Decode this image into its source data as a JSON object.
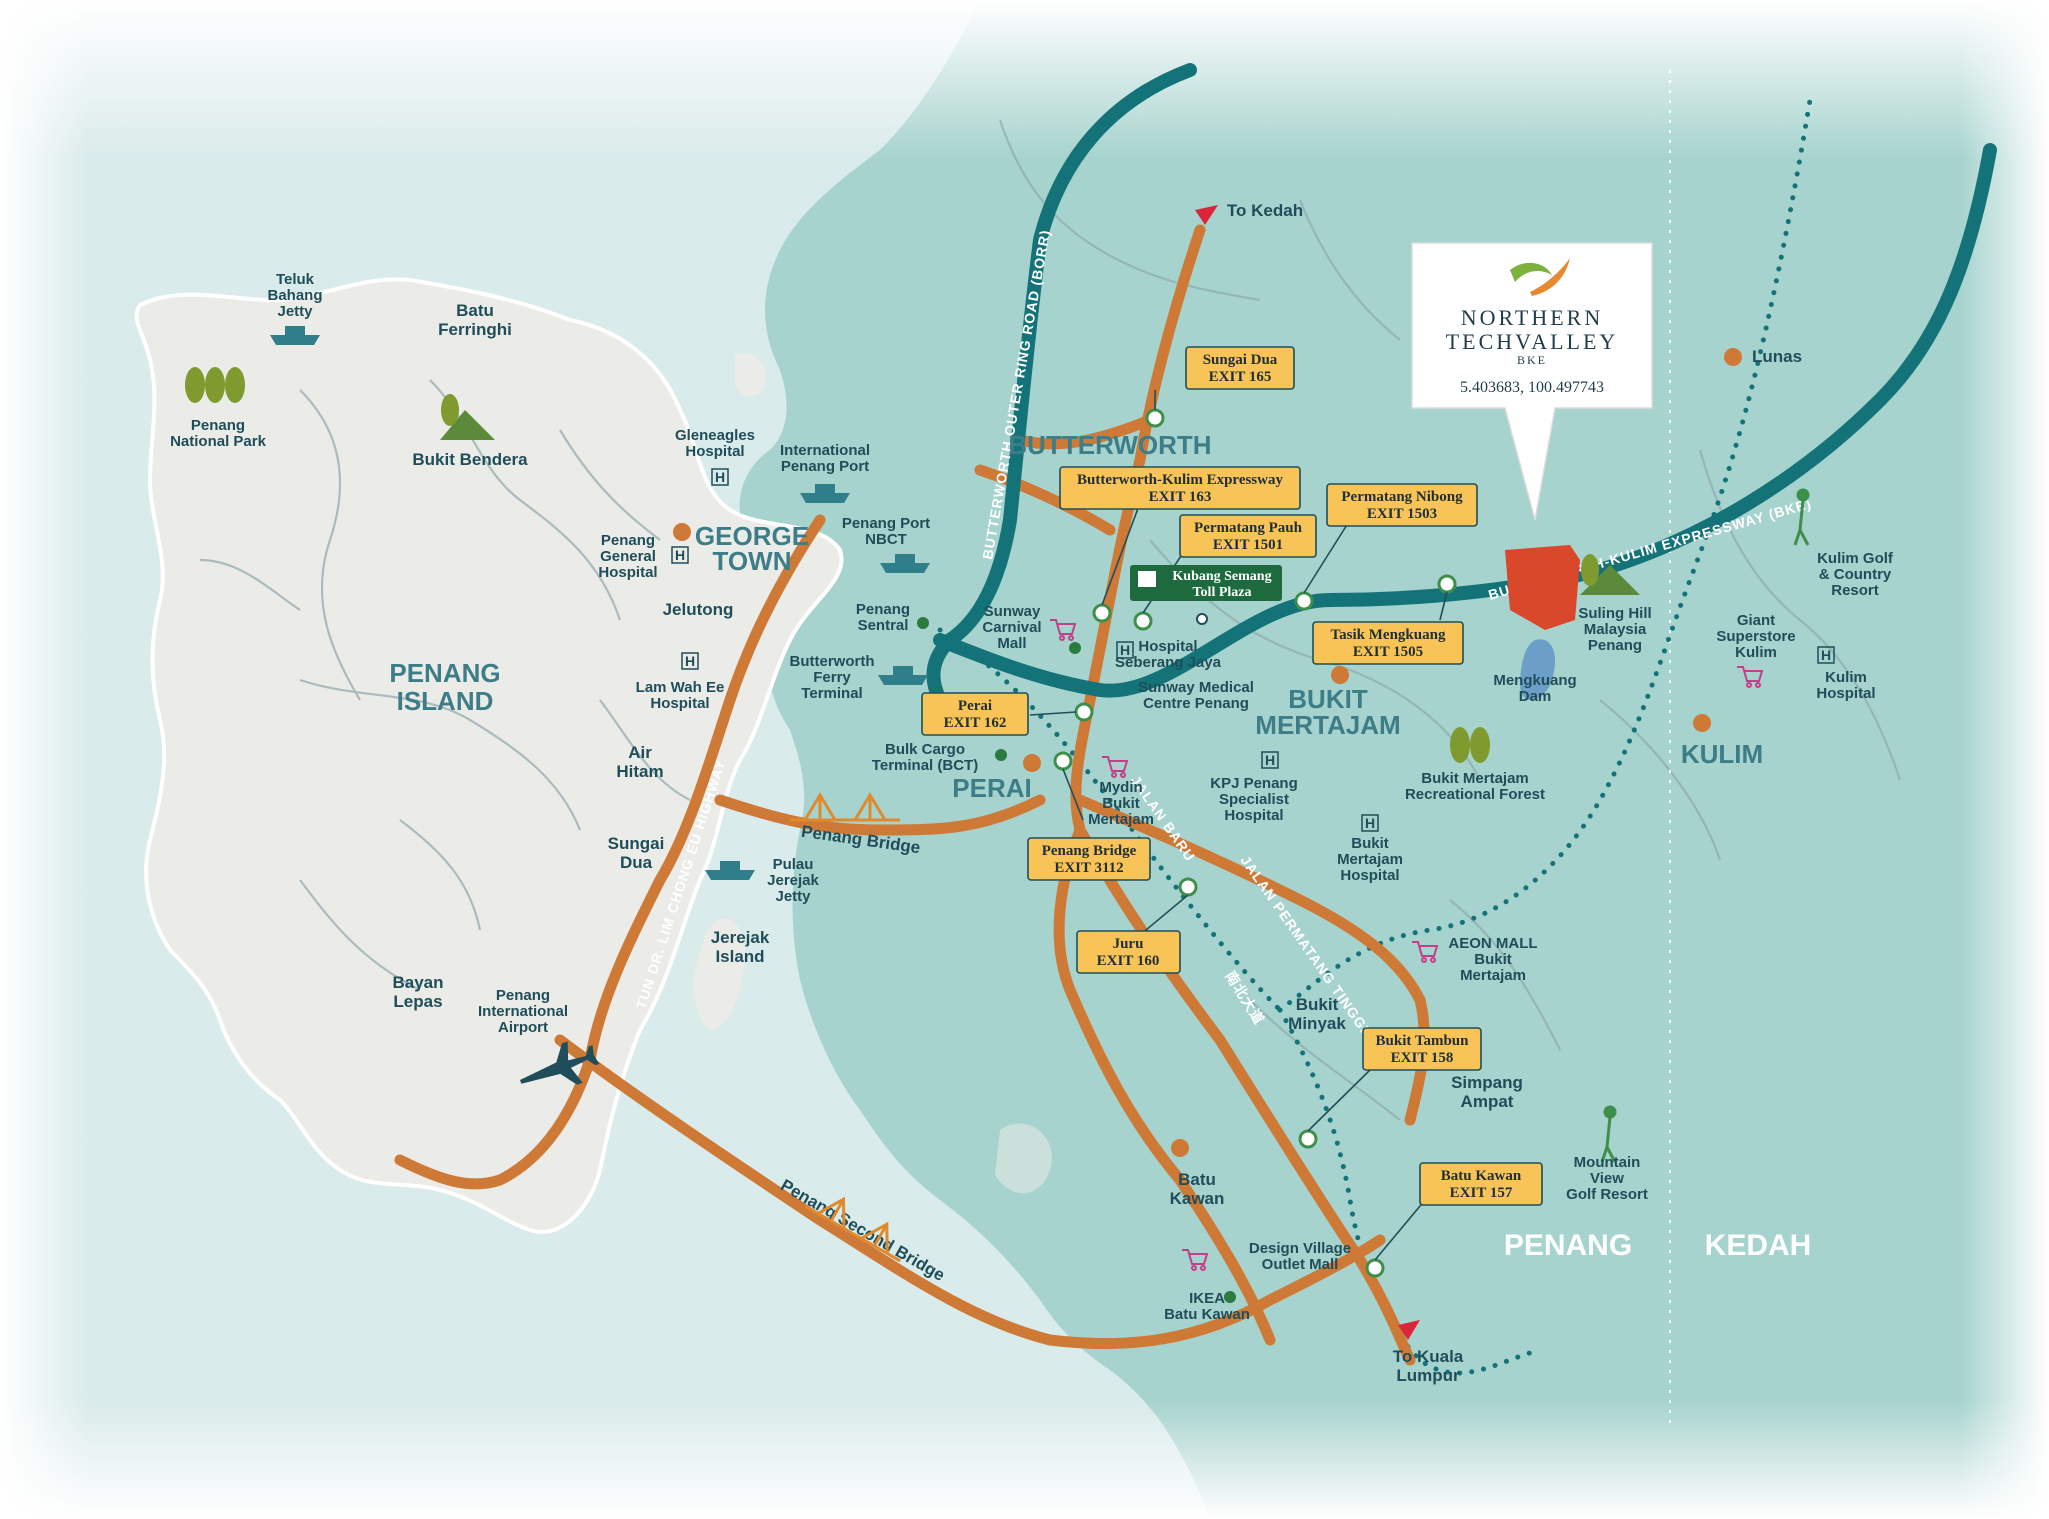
{
  "colors": {
    "sea": "#d9ebea",
    "mainland": "#a6d3cd",
    "island": "#ebebe7",
    "highway_orange": "#cf7937",
    "expressway_teal": "#137378",
    "label": "#1f4e5a",
    "exit_box": "#f8c457",
    "site_red": "#d9482b"
  },
  "regions": {
    "penang_island": "PENANG\nISLAND",
    "george_town": "GEORGE\nTOWN",
    "butterworth": "BUTTERWORTH",
    "perai": "PERAI",
    "bukit_mertajam": "BUKIT\nMERTAJAM",
    "kulim": "KULIM",
    "penang": "PENANG",
    "kedah": "KEDAH"
  },
  "places": {
    "teluk_bahang": "Teluk\nBahang\nJetty",
    "batu_ferringhi": "Batu\nFerringhi",
    "national_park": "Penang\nNational Park",
    "bukit_bendera": "Bukit Bendera",
    "gleneagles": "Gleneagles\nHospital",
    "intl_port": "International\nPenang Port",
    "general_hospital": "Penang\nGeneral\nHospital",
    "port_nbct": "Penang Port\nNBCT",
    "jelutong": "Jelutong",
    "penang_sentral": "Penang\nSentral",
    "lam_wah_ee": "Lam Wah Ee\nHospital",
    "butterworth_ferry": "Butterworth\nFerry\nTerminal",
    "air_hitam": "Air\nHitam",
    "bulk_cargo": "Bulk Cargo\nTerminal (BCT)",
    "sungai_dua": "Sungai\nDua",
    "pulau_jerejak_jetty": "Pulau\nJerejak\nJetty",
    "jerejak_island": "Jerejak\nIsland",
    "bayan_lepas": "Bayan\nLepas",
    "intl_airport": "Penang\nInternational\nAirport",
    "sunway_carnival": "Sunway\nCarnival\nMall",
    "hospital_seberang_jaya": "Hospital\nSeberang Jaya",
    "sunway_medical": "Sunway Medical\nCentre Penang",
    "mydin": "Mydin\nBukit\nMertajam",
    "kpj": "KPJ Penang\nSpecialist\nHospital",
    "bm_hospital": "Bukit\nMertajam\nHospital",
    "bm_forest": "Bukit Mertajam\nRecreational Forest",
    "mengkuang_dam": "Mengkuang\nDam",
    "suling_hill": "Suling Hill\nMalaysia\nPenang",
    "lunas": "Lunas",
    "kulim_golf": "Kulim Golf\n& Country\nResort",
    "giant": "Giant\nSuperstore\nKulim",
    "kulim_hospital": "Kulim\nHospital",
    "aeon": "AEON MALL\nBukit\nMertajam",
    "bukit_minyak": "Bukit\nMinyak",
    "simpang_ampat": "Simpang\nAmpat",
    "mountain_view": "Mountain\nView\nGolf Resort",
    "batu_kawan": "Batu\nKawan",
    "design_village": "Design Village\nOutlet Mall",
    "ikea": "IKEA\nBatu Kawan",
    "to_kedah": "To Kedah",
    "to_kl": "To Kuala\nLumpur"
  },
  "roads": {
    "borr": "BUTTERWORTH OUTER RING ROAD (BORR)",
    "bke": "BUTTERWORTH-KULIM EXPRESSWAY (BKE)",
    "tun_dr_lim": "TUN DR. LIM CHONG EU HIGHWAY",
    "jalan_baru": "JALAN BARU",
    "jalan_permatang_tinggi": "JALAN PERMATANG TINGGI",
    "north_south": "南北大道",
    "penang_bridge": "Penang Bridge",
    "second_bridge": "Penang Second Bridge"
  },
  "exits": {
    "sungai_dua": "Sungai Dua\nEXIT 165",
    "bke": "Butterworth-Kulim Expressway\nEXIT 163",
    "permatang_pauh": "Permatang Pauh\nEXIT 1501",
    "permatang_nibong": "Permatang Nibong\nEXIT 1503",
    "tasik_mengkuang": "Tasik Mengkuang\nEXIT 1505",
    "perai": "Perai\nEXIT 162",
    "penang_bridge": "Penang Bridge\nEXIT 3112",
    "juru": "Juru\nEXIT 160",
    "bukit_tambun": "Bukit Tambun\nEXIT 158",
    "batu_kawan": "Batu Kawan\nEXIT 157",
    "toll_plaza": "Kubang Semang\nToll Plaza"
  },
  "callout": {
    "brand_line1": "NORTHERN",
    "brand_line2": "TECHVALLEY",
    "brand_line3": "BKE",
    "coords": "5.403683, 100.497743"
  },
  "icons": [
    "ferry-icon",
    "hospital-icon",
    "tree-icon",
    "mountain-icon",
    "plane-icon",
    "bridge-icon",
    "golf-icon",
    "shopping-cart-icon",
    "direction-arrow-icon",
    "toll-icon"
  ]
}
